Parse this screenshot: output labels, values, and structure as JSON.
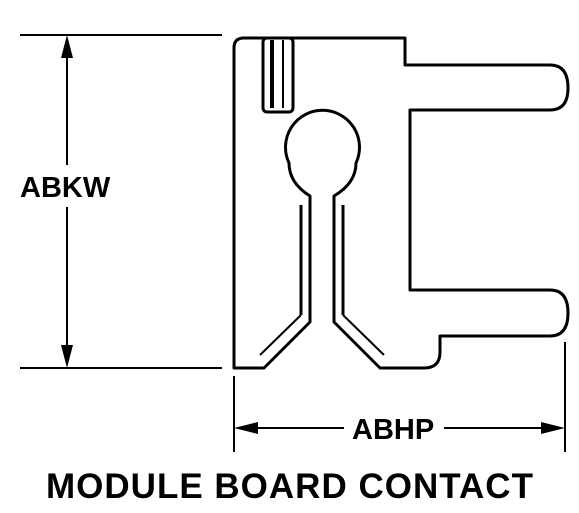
{
  "labels": {
    "height_dimension": "ABKW",
    "width_dimension": "ABHP",
    "caption": "MODULE BOARD CONTACT"
  },
  "colors": {
    "line": "#000000",
    "background": "#ffffff"
  }
}
